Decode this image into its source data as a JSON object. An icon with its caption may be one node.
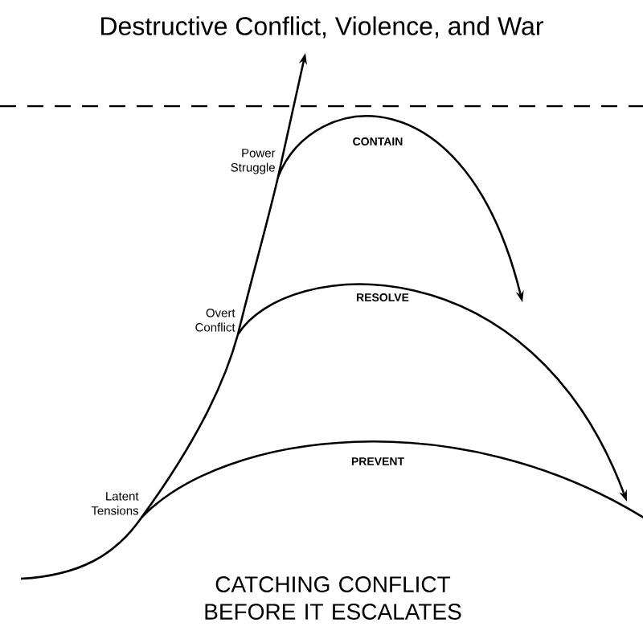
{
  "diagram": {
    "caption": "CATCHING CONFLICT BEFORE IT ESCALATES",
    "nodes": [
      {
        "text": [
          "Latent Tensions"
        ]
      },
      {
        "text": [
          "Overt Conflict"
        ]
      },
      {
        "text": [
          "Power Struggle"
        ]
      },
      {
        "text": [
          "Destructive Conflict, Violence, and War"
        ]
      }
    ],
    "edges": [
      {
        "from": null,
        "to": 0,
        "arrow": "none"
      },
      {
        "from": 0,
        "to": 1,
        "arrow": "none"
      },
      {
        "from": 1,
        "to": 2,
        "arrow": "none"
      },
      {
        "from": 2,
        "to": 3,
        "arrow": "to"
      },
      {
        "from": 2,
        "to": null,
        "arrow": "to",
        "label": "CONTAIN"
      },
      {
        "from": 1,
        "to": null,
        "arrow": "to",
        "label": "RESOLVE"
      },
      {
        "from": 0,
        "to": null,
        "arrow": "none",
        "label": "PREVENT"
      }
    ]
  }
}
